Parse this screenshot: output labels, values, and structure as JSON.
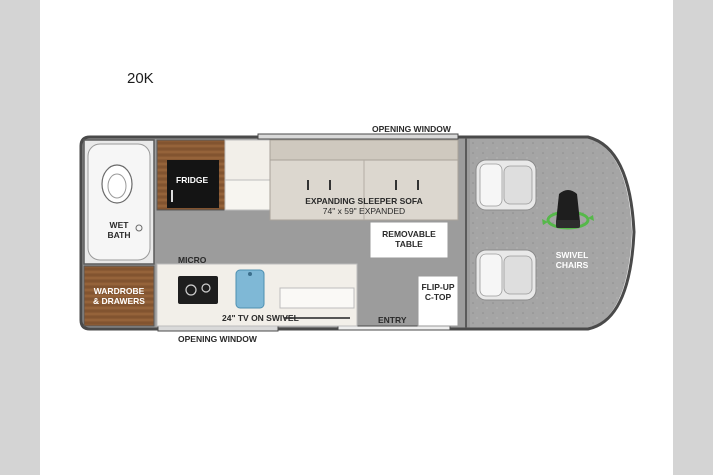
{
  "model": "20K",
  "labels": {
    "opening_window_top": "OPENING WINDOW",
    "opening_window_bottom": "OPENING WINDOW",
    "fridge": "FRIDGE",
    "wet_bath_line1": "WET",
    "wet_bath_line2": "BATH",
    "wardrobe_line1": "WARDROBE",
    "wardrobe_line2": "& DRAWERS",
    "micro": "MICRO",
    "sofa_line1": "EXPANDING SLEEPER SOFA",
    "sofa_line2": "74\" x 59\" EXPANDED",
    "table_line1": "REMOVABLE",
    "table_line2": "TABLE",
    "tv": "24\" TV ON SWIVEL",
    "entry": "ENTRY",
    "ctop_line1": "FLIP-UP",
    "ctop_line2": "C-TOP",
    "chairs_line1": "SWIVEL",
    "chairs_line2": "CHAIRS"
  },
  "colors": {
    "floor": "#9e9e9e",
    "cab_floor": "#a9a9a9",
    "wall": "#4a4a4a",
    "wood": "#8a5a34",
    "counter": "#f2efe9",
    "sofa": "#d8d3cb",
    "swivel_accent": "#56b84a",
    "sink": "#7fb8d6"
  }
}
